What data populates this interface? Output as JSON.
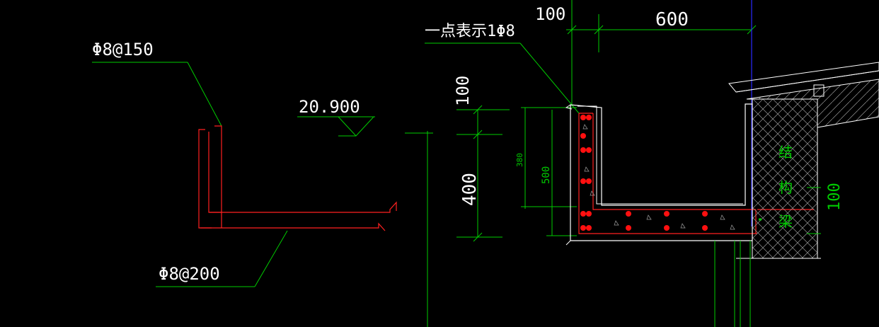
{
  "colors": {
    "background": "#000000",
    "text": "#ffffff",
    "dimension": "#00cc00",
    "leader": "#00cc00",
    "rebar": "#ff2020",
    "rebar_dot": "#ff1010",
    "concrete": "#ffffff",
    "hatch": "#b0b0b0",
    "axis": "#2a2aff"
  },
  "labels": {
    "phi8_at_150": "Φ8@150",
    "phi8_at_200": "Φ8@200",
    "level": "20.900",
    "dot_note": "一点表示1Φ8",
    "dim_100_top": "100",
    "dim_600": "600",
    "dim_100_left": "100",
    "dim_400": "400",
    "dim_380": "380",
    "dim_500": "500",
    "dim_100_right": "100",
    "beam_char_1": "结",
    "beam_char_2": "构",
    "beam_char_3": "梁"
  },
  "icons": {
    "level_marker": "elevation-triangle-icon",
    "rebar_dot": "rebar-dot-icon"
  }
}
